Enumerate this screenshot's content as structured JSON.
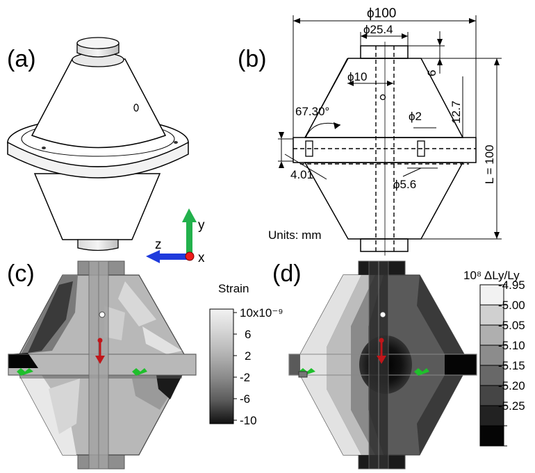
{
  "panels": {
    "a": {
      "label": "(a)"
    },
    "b": {
      "label": "(b)",
      "dims": {
        "d_outer": "ϕ100",
        "d_top": "ϕ25.4",
        "d_hole": "ϕ10",
        "angle": "67.30°",
        "d_small": "ϕ2",
        "d_pin": "ϕ5.6",
        "t_flange": "4.01",
        "h_cap": "6",
        "h_cone": "12.7",
        "length": "L = 100"
      },
      "units": "Units: mm"
    },
    "c": {
      "label": "(c)",
      "colorbar": {
        "title": "Strain",
        "ticks": [
          "10x10⁻⁹",
          "6",
          "2",
          "-2",
          "-6",
          "-10"
        ]
      }
    },
    "d": {
      "label": "(d)",
      "colorbar": {
        "title": "10⁸ ΔLy/Ly",
        "ticks": [
          "-4.95",
          "-5.00",
          "-5.05",
          "-5.10",
          "-5.15",
          "-5.20",
          "-5.25"
        ]
      }
    }
  },
  "axes": {
    "y": "y",
    "z": "z",
    "x": "x"
  },
  "colors": {
    "axis_y": "#22b14c",
    "axis_z": "#1f3bdc",
    "axis_x": "#ee1c1c",
    "load_arrow": "#c0161a",
    "support": "#1fbf2c"
  }
}
